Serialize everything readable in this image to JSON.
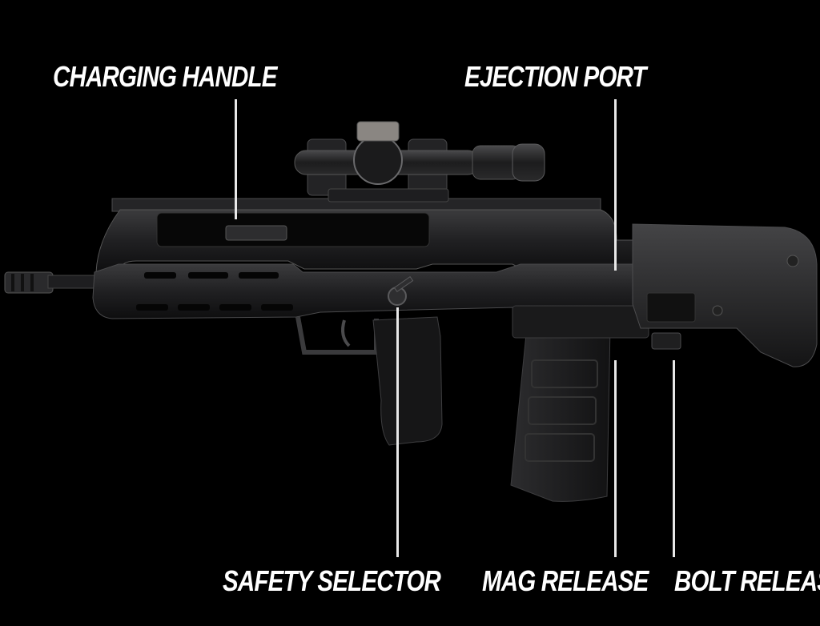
{
  "callouts": {
    "charging_handle": "CHARGING HANDLE",
    "ejection_port": "EJECTION PORT",
    "safety_selector": "SAFETY SELECTOR",
    "mag_release": "MAG RELEASE",
    "bolt_release": "BOLT RELEASE"
  },
  "colors": {
    "background": "#000000",
    "label": "#ffffff",
    "leader_line": "#e8e8e8",
    "rifle_body": "#1b1b1c",
    "rifle_highlight": "#3a3a3c"
  }
}
